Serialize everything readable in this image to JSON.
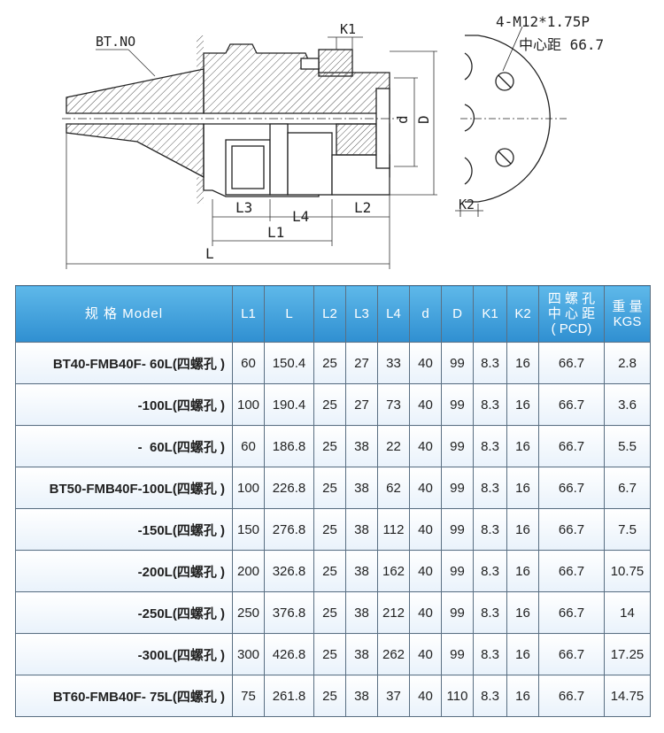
{
  "drawing": {
    "labels": {
      "bt_no": "BT.NO",
      "k1": "K1",
      "thread": "4-M12*1.75P",
      "pcd": "中心距 66.7",
      "d": "d",
      "D": "D",
      "l3": "L3",
      "l4": "L4",
      "l2": "L2",
      "l1": "L1",
      "l": "L",
      "k2": "K2"
    }
  },
  "table": {
    "headers": {
      "model": "规 格 Model",
      "l1": "L1",
      "l": "L",
      "l2": "L2",
      "l3": "L3",
      "l4": "L4",
      "d": "d",
      "D": "D",
      "k1": "K1",
      "k2": "K2",
      "pcd_line1": "四 螺 孔",
      "pcd_line2": "中 心 距",
      "pcd_line3": "( PCD)",
      "weight_line1": "重 量",
      "weight_line2": "KGS"
    },
    "rows": [
      {
        "model": "BT40-FMB40F- 60L(四螺孔 )",
        "l1": "60",
        "l": "150.4",
        "l2": "25",
        "l3": "27",
        "l4": "33",
        "d": "40",
        "D": "99",
        "k1": "8.3",
        "k2": "16",
        "pcd": "66.7",
        "weight": "2.8"
      },
      {
        "model": "-100L(四螺孔 )",
        "l1": "100",
        "l": "190.4",
        "l2": "25",
        "l3": "27",
        "l4": "73",
        "d": "40",
        "D": "99",
        "k1": "8.3",
        "k2": "16",
        "pcd": "66.7",
        "weight": "3.6"
      },
      {
        "model": "-  60L(四螺孔 )",
        "l1": "60",
        "l": "186.8",
        "l2": "25",
        "l3": "38",
        "l4": "22",
        "d": "40",
        "D": "99",
        "k1": "8.3",
        "k2": "16",
        "pcd": "66.7",
        "weight": "5.5"
      },
      {
        "model": "BT50-FMB40F-100L(四螺孔 )",
        "l1": "100",
        "l": "226.8",
        "l2": "25",
        "l3": "38",
        "l4": "62",
        "d": "40",
        "D": "99",
        "k1": "8.3",
        "k2": "16",
        "pcd": "66.7",
        "weight": "6.7"
      },
      {
        "model": "-150L(四螺孔 )",
        "l1": "150",
        "l": "276.8",
        "l2": "25",
        "l3": "38",
        "l4": "112",
        "d": "40",
        "D": "99",
        "k1": "8.3",
        "k2": "16",
        "pcd": "66.7",
        "weight": "7.5"
      },
      {
        "model": "-200L(四螺孔 )",
        "l1": "200",
        "l": "326.8",
        "l2": "25",
        "l3": "38",
        "l4": "162",
        "d": "40",
        "D": "99",
        "k1": "8.3",
        "k2": "16",
        "pcd": "66.7",
        "weight": "10.75"
      },
      {
        "model": "-250L(四螺孔 )",
        "l1": "250",
        "l": "376.8",
        "l2": "25",
        "l3": "38",
        "l4": "212",
        "d": "40",
        "D": "99",
        "k1": "8.3",
        "k2": "16",
        "pcd": "66.7",
        "weight": "14"
      },
      {
        "model": "-300L(四螺孔 )",
        "l1": "300",
        "l": "426.8",
        "l2": "25",
        "l3": "38",
        "l4": "262",
        "d": "40",
        "D": "99",
        "k1": "8.3",
        "k2": "16",
        "pcd": "66.7",
        "weight": "17.25"
      },
      {
        "model": "BT60-FMB40F- 75L(四螺孔 )",
        "l1": "75",
        "l": "261.8",
        "l2": "25",
        "l3": "38",
        "l4": "37",
        "d": "40",
        "D": "110",
        "k1": "8.3",
        "k2": "16",
        "pcd": "66.7",
        "weight": "14.75"
      }
    ]
  }
}
